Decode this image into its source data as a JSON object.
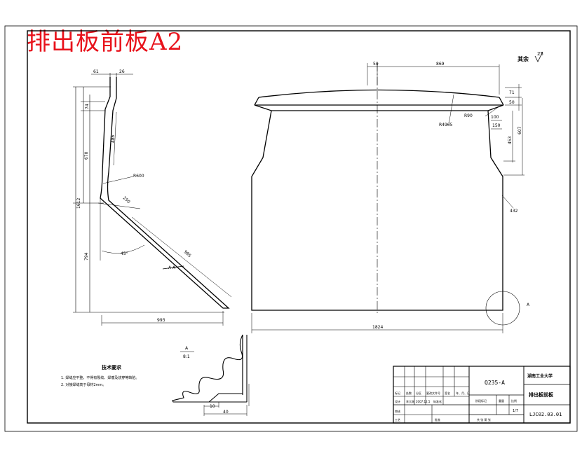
{
  "sheet_title": "排出板前板A2",
  "surface_finish": {
    "label": "其余",
    "value": "25"
  },
  "front_view_dims": {
    "top_offset": "61",
    "top_slope": "26",
    "small_upper": "74",
    "upper_height": "670",
    "inner_height": "486",
    "total_height": "1612",
    "lower_height": "794",
    "radius_note": "R600",
    "diag_short": "250",
    "diag_long": "985",
    "angle": "45°",
    "section_cut": "A-A",
    "width": "993"
  },
  "side_view_dims": {
    "center_offset": "50",
    "half_width": "869",
    "arc_radius": "R4965",
    "r_corner": "R90",
    "dim_71": "71",
    "dim_50": "50",
    "dim_100": "100",
    "dim_150": "150",
    "dim_453": "453",
    "dim_607": "607",
    "dim_432": "432",
    "overall_width": "1824",
    "detail_label": "A"
  },
  "section_detail": {
    "label_top": "A",
    "label_bottom": "8:1",
    "dim_10": "10",
    "dim_40": "40"
  },
  "tech_requirements": {
    "heading": "技术要求",
    "items": [
      "1. 焊缝应平整，不得有裂纹、焊瘤及烧穿等缺陷。",
      "2. 对接焊缝高于母材2mm。"
    ]
  },
  "title_block": {
    "material": "Q235-A",
    "school": "湖南工业大学",
    "part_name": "排出板前板",
    "drawing_no": "LJC02.03.01",
    "scale_value": "1/7",
    "row1": [
      "标记",
      "处数",
      "分区",
      "更改文件号",
      "签名",
      "年、月、日"
    ],
    "row2": [
      "设计",
      "李大刚",
      "2007.12.5",
      "标准化"
    ],
    "stage_headers": [
      "阶段标记",
      "重量",
      "比例"
    ],
    "row_review": "审核",
    "row_process": "工艺",
    "row_approve": "批准",
    "sheet_info": "共  张  第  张"
  }
}
